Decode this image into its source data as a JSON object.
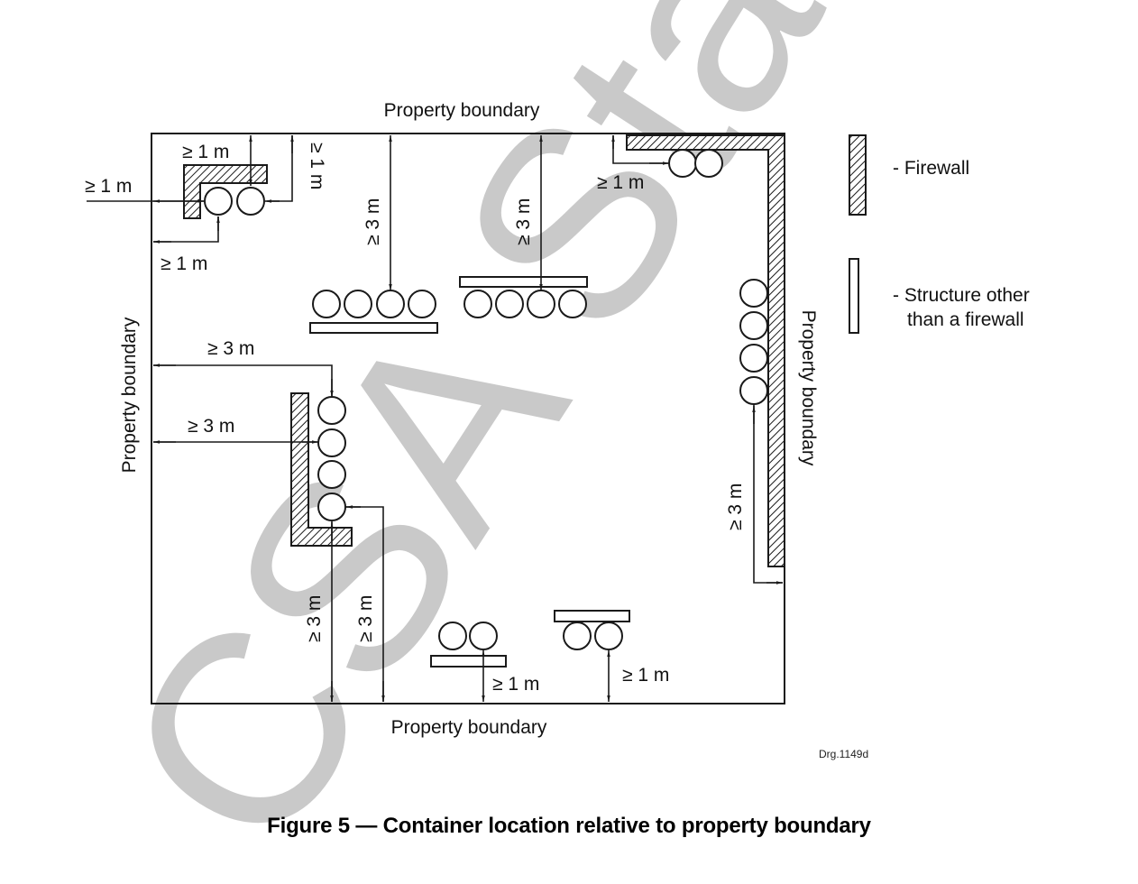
{
  "figure": {
    "caption": "Figure 5 — Container location relative to property boundary",
    "drawing_ref": "Drg.1149d",
    "watermark": "CSA Standards",
    "colors": {
      "line": "#1a1a1a",
      "watermark": "#c9c9c9",
      "background": "#ffffff"
    }
  },
  "boundary_labels": {
    "top": "Property boundary",
    "bottom": "Property boundary",
    "left": "Property boundary",
    "right": "Property boundary"
  },
  "legend": {
    "firewall": "- Firewall",
    "structure_line1": "- Structure other",
    "structure_line2": "than a firewall"
  },
  "dimensions": {
    "top_left_horizontal": "≥ 1 m",
    "top_left_top": "≥ 1 m",
    "top_left_vertical": "≥ 1 m",
    "top_left_bottom": "≥ 1 m",
    "top_center_left": "≥ 3 m",
    "top_center_right": "≥ 3 m",
    "top_right": "≥ 1 m",
    "left_upper": "≥ 3 m",
    "left_lower": "≥ 3 m",
    "bottom_vertical_1": "≥ 3 m",
    "bottom_vertical_2": "≥ 3 m",
    "bottom_center_1": "≥ 1 m",
    "bottom_center_2": "≥ 1 m",
    "right_vertical": "≥ 3 m"
  },
  "groups": [
    {
      "name": "top-left",
      "containers": 2,
      "structure": "firewall"
    },
    {
      "name": "top-center-left",
      "containers": 4,
      "structure": "other"
    },
    {
      "name": "top-center-right",
      "containers": 4,
      "structure": "other"
    },
    {
      "name": "top-right",
      "containers": 2,
      "structure": "firewall"
    },
    {
      "name": "right",
      "containers": 4,
      "structure": "firewall"
    },
    {
      "name": "middle-left",
      "containers": 4,
      "structure": "firewall"
    },
    {
      "name": "bottom-center-left",
      "containers": 2,
      "structure": "other"
    },
    {
      "name": "bottom-center-right",
      "containers": 2,
      "structure": "other"
    }
  ]
}
